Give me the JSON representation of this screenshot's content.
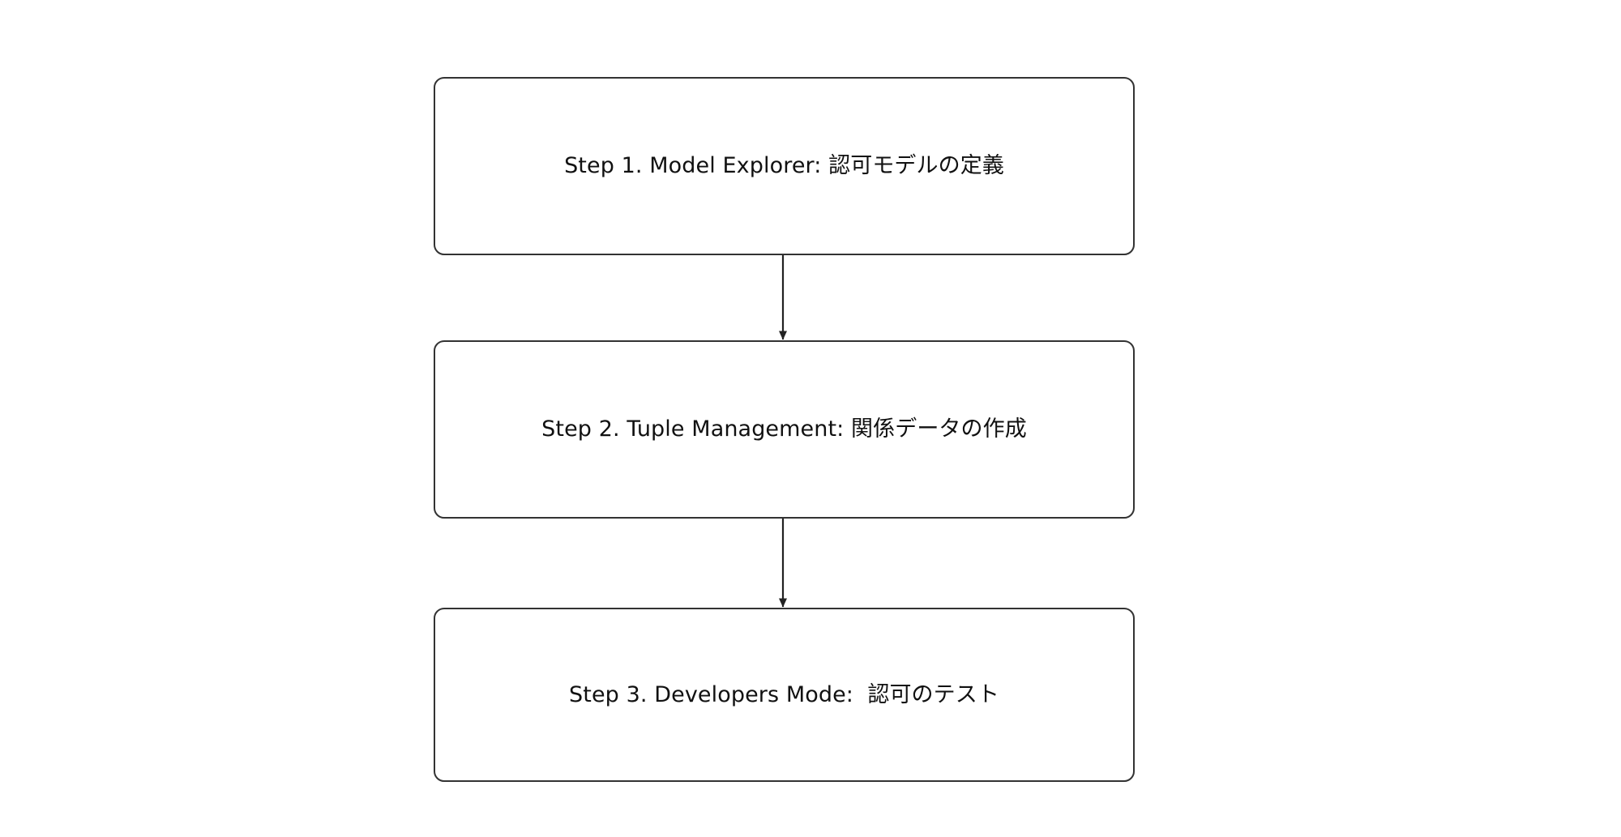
{
  "diagram": {
    "type": "flowchart",
    "direction": "top-to-bottom",
    "background_color": "#ffffff",
    "node_border_color": "#333333",
    "node_fill_color": "#ffffff",
    "text_color": "#111111",
    "edge_color": "#333333",
    "nodes": [
      {
        "id": "step1",
        "label": "Step 1. Model Explorer: 認可モデルの定義",
        "shape": "rounded-rectangle"
      },
      {
        "id": "step2",
        "label": "Step 2. Tuple Management: 関係データの作成",
        "shape": "rounded-rectangle"
      },
      {
        "id": "step3",
        "label": "Step 3. Developers Mode:  認可のテスト",
        "shape": "rounded-rectangle"
      }
    ],
    "edges": [
      {
        "id": "edge-1",
        "from": "step1",
        "to": "step2",
        "label": "",
        "arrowhead": "filled-triangle"
      },
      {
        "id": "edge-2",
        "from": "step2",
        "to": "step3",
        "label": "",
        "arrowhead": "filled-triangle"
      }
    ]
  }
}
